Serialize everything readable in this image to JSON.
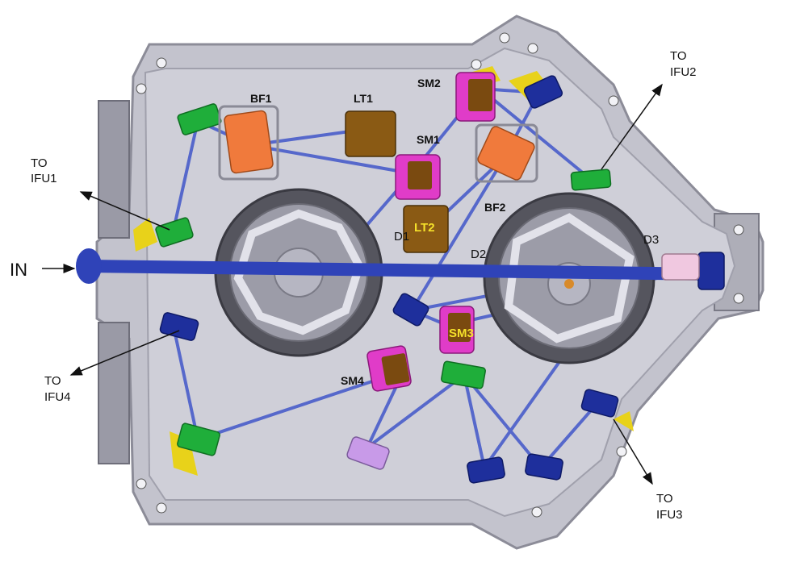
{
  "labels": {
    "in": "IN",
    "bf1": "BF1",
    "lt1": "LT1",
    "sm1": "SM1",
    "sm2": "SM2",
    "sm3": "SM3",
    "sm4": "SM4",
    "bf2": "BF2",
    "lt2": "LT2",
    "d1": "D1",
    "d2": "D2",
    "d3": "D3",
    "to_ifu1_a": "TO",
    "to_ifu1_b": "IFU1",
    "to_ifu2_a": "TO",
    "to_ifu2_b": "IFU2",
    "to_ifu3_a": "TO",
    "to_ifu3_b": "IFU3",
    "to_ifu4_a": "TO",
    "to_ifu4_b": "IFU4"
  },
  "colors": {
    "plate": "#cdcdd6",
    "plate_edge": "#9a9aa6",
    "frame": "#b8b8c2",
    "beam": "#3f55c8",
    "beam_main": "#2f43b8",
    "green_mount": "#1fae3a",
    "blue_mount": "#1e2f9c",
    "orange_mount": "#f07a3c",
    "magenta_mount": "#e03cc8",
    "bronze_mount": "#8a5a14",
    "yellow_patch": "#e8d21a",
    "violet_mount": "#c89ae8",
    "pink_mount": "#f0c8e0",
    "wheel": "#4a4a52"
  }
}
